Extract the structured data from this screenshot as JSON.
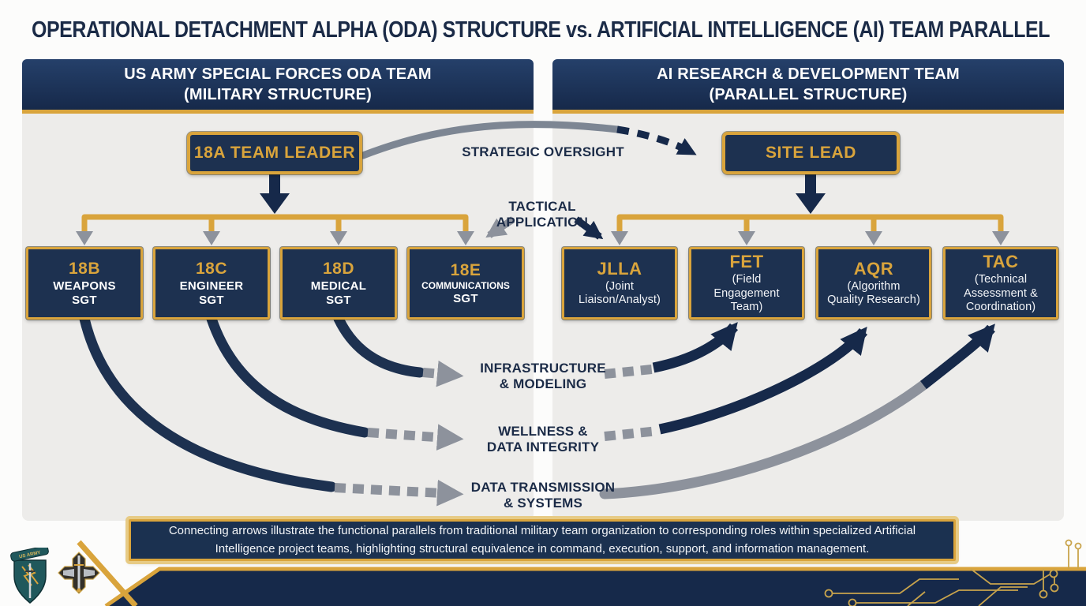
{
  "title": "OPERATIONAL DETACHMENT ALPHA (ODA) STRUCTURE vs. ARTIFICIAL INTELLIGENCE (AI) TEAM PARALLEL",
  "left_panel": {
    "header": [
      "US ARMY SPECIAL FORCES ODA TEAM",
      "(MILITARY STRUCTURE)"
    ],
    "leader": "18A TEAM LEADER",
    "roles": [
      {
        "code": "18B",
        "lines": [
          "WEAPONS",
          "SGT"
        ]
      },
      {
        "code": "18C",
        "lines": [
          "ENGINEER",
          "SGT"
        ]
      },
      {
        "code": "18D",
        "lines": [
          "MEDICAL",
          "SGT"
        ]
      },
      {
        "code": "18E",
        "lines": [
          "COMMUNICATIONS",
          "SGT"
        ]
      }
    ]
  },
  "right_panel": {
    "header": [
      "AI RESEARCH & DEVELOPMENT TEAM",
      "(PARALLEL STRUCTURE)"
    ],
    "leader": "SITE LEAD",
    "roles": [
      {
        "code": "JLLA",
        "lines": [
          "(Joint",
          "Liaison/Analyst)"
        ]
      },
      {
        "code": "FET",
        "lines": [
          "(Field",
          "Engagement",
          "Team)"
        ]
      },
      {
        "code": "AQR",
        "lines": [
          "(Algorithm",
          "Quality Research)"
        ]
      },
      {
        "code": "TAC",
        "lines": [
          "(Technical",
          "Assessment &",
          "Coordination)"
        ]
      }
    ]
  },
  "connectors": {
    "strategic": "STRATEGIC OVERSIGHT",
    "tactical": [
      "TACTICAL",
      "APPLICATION"
    ],
    "functions": [
      [
        "INFRASTRUCTURE",
        "& MODELING"
      ],
      [
        "WELLNESS &",
        "DATA INTEGRITY"
      ],
      [
        "DATA TRANSMISSION",
        "& SYSTEMS"
      ]
    ]
  },
  "caption": "Connecting arrows illustrate the functional parallels from traditional military team organization to corresponding roles within specialized Artificial Intelligence project teams, highlighting structural equivalence in command, execution, support, and information management.",
  "insignia": [
    {
      "name": "us-army-special-forces-patch",
      "tab_text": "US ARMY"
    },
    {
      "name": "special-forces-crest"
    }
  ],
  "colors": {
    "navy": "#1D3150",
    "navy_dark": "#16294A",
    "gold": "#D9A43C",
    "gold_light": "#E7CB85",
    "gray_arrow": "#8D929C",
    "panel_gray": "#EDECEA",
    "text_navy": "#1B2B47"
  }
}
